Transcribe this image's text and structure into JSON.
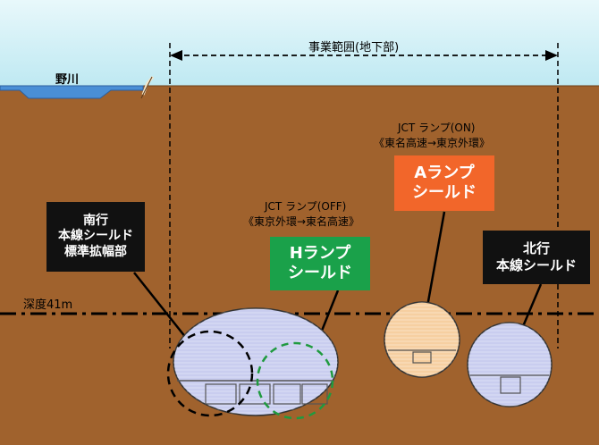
{
  "colors": {
    "sky_top": "#e8f8fb",
    "sky_bottom": "#bfe9f2",
    "ground": "#a0622d",
    "river": "#4a8fd6",
    "tunnel_fill": "#c9cdef",
    "a_ramp_fill": "#f6cfa1",
    "h_box": "#1aa14a",
    "a_box": "#f2662a",
    "dark_box": "#111111",
    "dash_green": "#1f9a3f"
  },
  "labels": {
    "project_scope": "事業範囲(地下部)",
    "river": "野川",
    "depth": "深度41m",
    "jct_on": "JCT ランプ(ON)",
    "jct_on_route": "《東名高速→東京外環》",
    "jct_off": "JCT ランプ(OFF)",
    "jct_off_route": "《東京外環→東名高速》"
  },
  "boxes": {
    "south": [
      "南行",
      "本線シールド",
      "標準拡幅部"
    ],
    "h_ramp": [
      "Hランプ",
      "シールド"
    ],
    "a_ramp": [
      "Aランプ",
      "シールド"
    ],
    "north": [
      "北行",
      "本線シールド"
    ]
  }
}
